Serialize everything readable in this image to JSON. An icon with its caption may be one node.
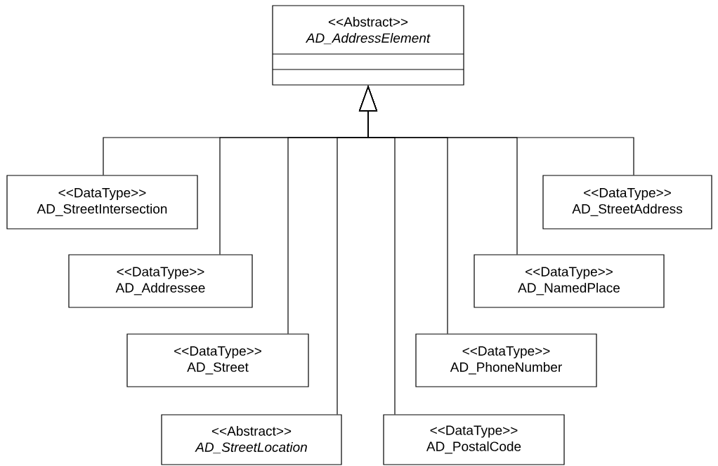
{
  "diagram": {
    "nodes": [
      {
        "text": [
          "<<Abstract>>",
          "AD_AddressElement"
        ]
      },
      {
        "text": [
          "<<DataType>>",
          "AD_StreetIntersection"
        ]
      },
      {
        "text": [
          "<<DataType>>",
          "AD_StreetAddress"
        ]
      },
      {
        "text": [
          "<<DataType>>",
          "AD_Addressee"
        ]
      },
      {
        "text": [
          "<<DataType>>",
          "AD_NamedPlace"
        ]
      },
      {
        "text": [
          "<<DataType>>",
          "AD_Street"
        ]
      },
      {
        "text": [
          "<<DataType>>",
          "AD_PhoneNumber"
        ]
      },
      {
        "text": [
          "<<Abstract>>",
          "AD_StreetLocation"
        ]
      },
      {
        "text": [
          "<<DataType>>",
          "AD_PostalCode"
        ]
      }
    ],
    "edges": [
      {
        "from": 1,
        "to": 0,
        "arrow": "to"
      },
      {
        "from": 2,
        "to": 0,
        "arrow": "to"
      },
      {
        "from": 3,
        "to": 0,
        "arrow": "to"
      },
      {
        "from": 4,
        "to": 0,
        "arrow": "to"
      },
      {
        "from": 5,
        "to": 0,
        "arrow": "to"
      },
      {
        "from": 6,
        "to": 0,
        "arrow": "to"
      },
      {
        "from": 7,
        "to": 0,
        "arrow": "to"
      },
      {
        "from": 8,
        "to": 0,
        "arrow": "to"
      }
    ]
  }
}
